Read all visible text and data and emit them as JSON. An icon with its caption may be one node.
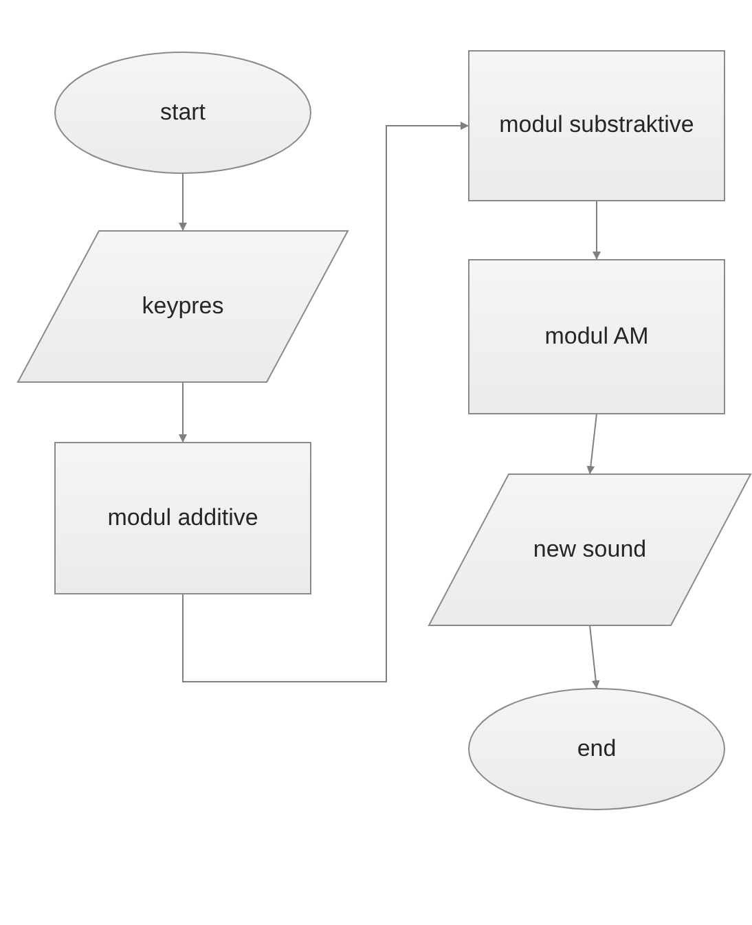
{
  "diagram": {
    "nodes": [
      {
        "text": [
          "start"
        ]
      },
      {
        "text": [
          "keypres"
        ]
      },
      {
        "text": [
          "modul additive"
        ]
      },
      {
        "text": [
          "modul substraktive"
        ]
      },
      {
        "text": [
          "modul AM"
        ]
      },
      {
        "text": [
          "new sound"
        ]
      },
      {
        "text": [
          "end"
        ]
      }
    ],
    "edges": [
      {
        "from": 0,
        "to": 1,
        "arrow": "to"
      },
      {
        "from": 1,
        "to": 2,
        "arrow": "to"
      },
      {
        "from": 2,
        "to": 3,
        "arrow": "to"
      },
      {
        "from": 3,
        "to": 4,
        "arrow": "to"
      },
      {
        "from": 4,
        "to": 5,
        "arrow": "to"
      },
      {
        "from": 5,
        "to": 6,
        "arrow": "to"
      }
    ]
  }
}
